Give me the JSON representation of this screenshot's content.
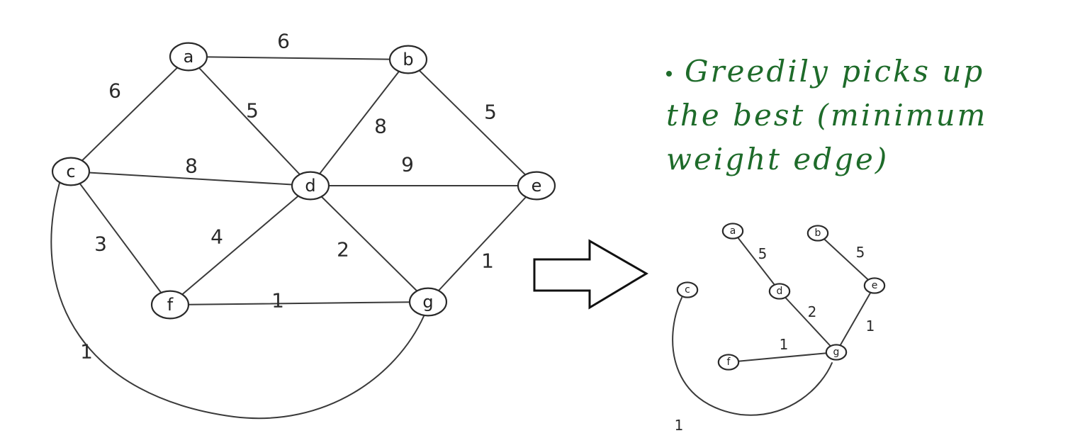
{
  "note": {
    "line1": "Greedily picks up",
    "line2": "the best (minimum",
    "line3": "weight edge)"
  },
  "graph": {
    "nodes": [
      "a",
      "b",
      "c",
      "d",
      "e",
      "f",
      "g"
    ],
    "edges": [
      {
        "from": "a",
        "to": "b",
        "weight": "6"
      },
      {
        "from": "a",
        "to": "c",
        "weight": "6"
      },
      {
        "from": "a",
        "to": "d",
        "weight": "5"
      },
      {
        "from": "b",
        "to": "d",
        "weight": "8"
      },
      {
        "from": "b",
        "to": "e",
        "weight": "5"
      },
      {
        "from": "c",
        "to": "d",
        "weight": "8"
      },
      {
        "from": "d",
        "to": "e",
        "weight": "9"
      },
      {
        "from": "c",
        "to": "f",
        "weight": "3"
      },
      {
        "from": "d",
        "to": "f",
        "weight": "4"
      },
      {
        "from": "d",
        "to": "g",
        "weight": "2"
      },
      {
        "from": "e",
        "to": "g",
        "weight": "1"
      },
      {
        "from": "f",
        "to": "g",
        "weight": "1"
      },
      {
        "from": "c",
        "to": "g",
        "weight": "1"
      }
    ]
  },
  "mst": {
    "nodes": [
      "a",
      "b",
      "c",
      "d",
      "e",
      "f",
      "g"
    ],
    "edges": [
      {
        "from": "a",
        "to": "d",
        "weight": "5"
      },
      {
        "from": "b",
        "to": "e",
        "weight": "5"
      },
      {
        "from": "d",
        "to": "g",
        "weight": "2"
      },
      {
        "from": "e",
        "to": "g",
        "weight": "1"
      },
      {
        "from": "f",
        "to": "g",
        "weight": "1"
      },
      {
        "from": "c",
        "to": "g",
        "weight": "1"
      }
    ]
  }
}
